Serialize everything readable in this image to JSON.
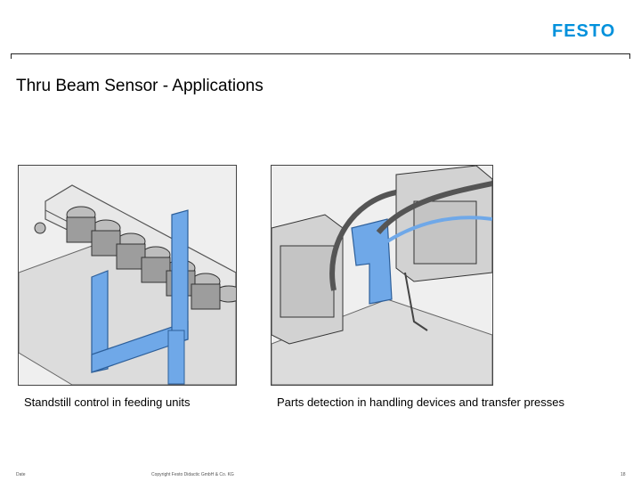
{
  "brand": {
    "logo_text": "FESTO",
    "accent": "#0091dc"
  },
  "slide": {
    "title": "Thru Beam Sensor - Applications"
  },
  "figures": {
    "left_caption": "Standstill control in feeding units",
    "right_caption": "Parts detection in handling devices and transfer presses"
  },
  "footer": {
    "left": "Date",
    "center": "Copyright Festo Didactic GmbH & Co. KG",
    "page": "18"
  },
  "colors": {
    "sensor_blue": "#6fa8e8",
    "part_gray": "#c8c8c8"
  }
}
